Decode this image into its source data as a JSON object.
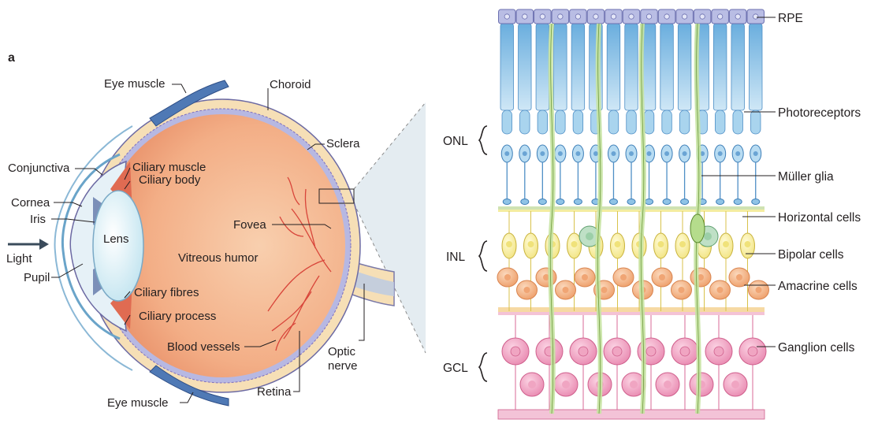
{
  "panel_label": "a",
  "eye_labels": {
    "eye_muscle_top": "Eye muscle",
    "choroid": "Choroid",
    "sclera": "Sclera",
    "conjunctiva": "Conjunctiva",
    "ciliary_muscle": "Ciliary muscle",
    "ciliary_body": "Ciliary body",
    "cornea": "Cornea",
    "iris": "Iris",
    "lens": "Lens",
    "fovea": "Fovea",
    "light": "Light",
    "vitreous_humor": "Vitreous humor",
    "pupil": "Pupil",
    "ciliary_fibres": "Ciliary fibres",
    "ciliary_process": "Ciliary process",
    "blood_vessels": "Blood vessels",
    "optic_nerve_1": "Optic",
    "optic_nerve_2": "nerve",
    "retina": "Retina",
    "eye_muscle_bottom": "Eye muscle"
  },
  "layer_labels": {
    "onl": "ONL",
    "inl": "INL",
    "gcl": "GCL"
  },
  "cell_labels": {
    "rpe": "RPE",
    "photoreceptors": "Photoreceptors",
    "muller_glia": "Müller glia",
    "horizontal_cells": "Horizontal cells",
    "bipolar_cells": "Bipolar cells",
    "amacrine_cells": "Amacrine cells",
    "ganglion_cells": "Ganglion cells"
  },
  "colors": {
    "sclera": "#f6dfb6",
    "vitreous": "#f3b58f",
    "rpe": "#b9bde4",
    "photoreceptor": "#a9d4ee",
    "bipolar": "#fbf2a8",
    "amacrine": "#f3b98b",
    "ganglion": "#f3a6c4",
    "muller": "#c6e3a2"
  }
}
